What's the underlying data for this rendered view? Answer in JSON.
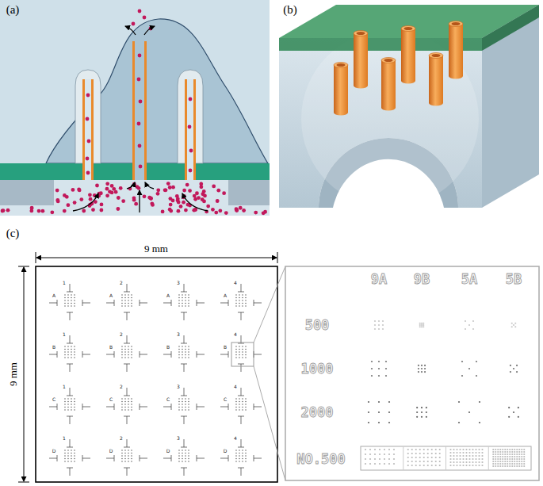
{
  "diagram": {
    "labels": [
      "(a)",
      "(b)",
      "(c)",
      "9 mm",
      "9 mm",
      "1",
      "A",
      "2",
      "A",
      "3",
      "A",
      "4",
      "A",
      "1",
      "B",
      "2",
      "B",
      "3",
      "B",
      "4",
      "B",
      "1",
      "C",
      "2",
      "C",
      "3",
      "C",
      "4",
      "C",
      "1",
      "D",
      "2",
      "D",
      "3",
      "D",
      "4",
      "D",
      "9A",
      "9B",
      "5A",
      "5B",
      "500",
      "1000",
      "2000",
      "NO.500"
    ]
  }
}
